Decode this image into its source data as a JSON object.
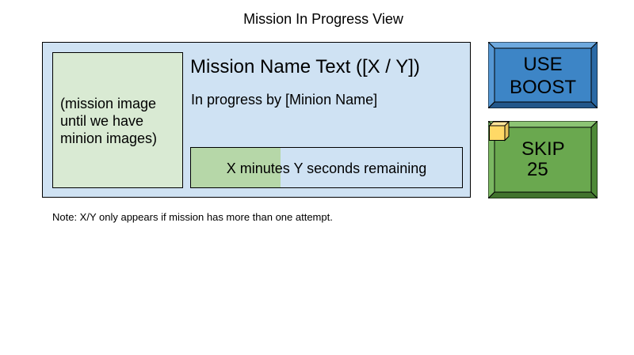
{
  "title": "Mission In Progress View",
  "mission_card": {
    "image_placeholder": "(mission image\nuntil we have\nminion images)",
    "name": "Mission Name Text ([X / Y])",
    "progress_by": "In progress by [Minion Name]",
    "progress": {
      "text": "X minutes Y seconds remaining",
      "fraction": 0.33
    }
  },
  "buttons": {
    "use_boost": "USE\nBOOST",
    "skip": {
      "label": "SKIP",
      "cost": "25",
      "currency_icon": "gold-cube-icon"
    }
  },
  "note": "Note: X/Y only appears if mission has more than one attempt.",
  "colors": {
    "panel_fill": "#cfe2f3",
    "image_fill": "#d9ead3",
    "progress_fill": "#b6d7a8",
    "boost_fill": "#3d85c6",
    "skip_fill": "#6aa84f",
    "cube_fill": "#ffd966"
  }
}
